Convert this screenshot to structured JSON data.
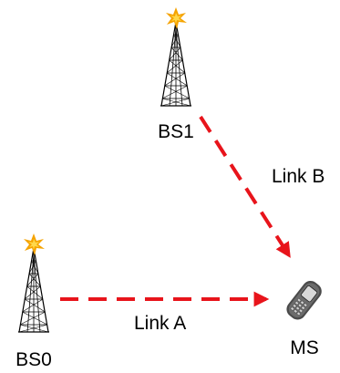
{
  "nodes": {
    "bs1": {
      "label": "BS1"
    },
    "bs0": {
      "label": "BS0"
    },
    "ms": {
      "label": "MS"
    }
  },
  "links": {
    "link_a": {
      "label": "Link A",
      "from": "BS0",
      "to": "MS"
    },
    "link_b": {
      "label": "Link B",
      "from": "BS1",
      "to": "MS"
    }
  },
  "colors": {
    "link": "#e8141b",
    "spark_outer": "#f5a300",
    "spark_inner": "#ffd84a",
    "phone_body": "#4a4a4a",
    "phone_screen": "#d8d8d8"
  },
  "icons": {
    "tower": "antenna-tower-icon",
    "spark": "signal-spark-icon",
    "phone": "mobile-phone-icon"
  }
}
